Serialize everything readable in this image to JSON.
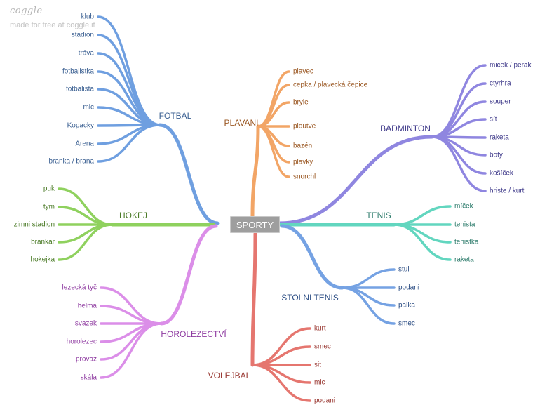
{
  "branding": {
    "logo": "coggle",
    "tagline": "made for free at coggle.it"
  },
  "center": "SPORTY",
  "branches": [
    {
      "id": "fotbal",
      "label": "FOTBAL",
      "color": "#6f9fe0",
      "textColor": "#3a5f91",
      "leaves": [
        "klub",
        "stadion",
        "tráva",
        "fotbalistka",
        "fotbalista",
        "mic",
        "Kopacky",
        "Arena",
        "branka / brana"
      ]
    },
    {
      "id": "hokej",
      "label": "HOKEJ",
      "color": "#8fd15e",
      "textColor": "#4a7a26",
      "leaves": [
        "puk",
        "tym",
        "zimni stadion",
        "brankar",
        "hokejka"
      ]
    },
    {
      "id": "horolezectvi",
      "label": "HOROLEZECTVÍ",
      "color": "#db8ee8",
      "textColor": "#8e3aa0",
      "leaves": [
        "lezecká tyč",
        "helma",
        "svazek",
        "horolezec",
        "provaz",
        "skála"
      ]
    },
    {
      "id": "plavani",
      "label": "PLAVANI",
      "color": "#f2a566",
      "textColor": "#9a5722",
      "leaves": [
        "plavec",
        "cepka / plavecká čepice",
        "bryle",
        "ploutve",
        "bazén",
        "plavky",
        "snorchl"
      ]
    },
    {
      "id": "volejbal",
      "label": "VOLEJBAL",
      "color": "#e5766f",
      "textColor": "#9a3a34",
      "leaves": [
        "kurt",
        "smec",
        "sit",
        "mic",
        "podani"
      ]
    },
    {
      "id": "badminton",
      "label": "BADMINTON",
      "color": "#8f86e0",
      "textColor": "#3f3a8a",
      "leaves": [
        "micek / perak",
        "ctyrhra",
        "souper",
        "sít",
        "raketa",
        "boty",
        "košíček",
        "hriste / kurt"
      ]
    },
    {
      "id": "tenis",
      "label": "TENIS",
      "color": "#62d6bf",
      "textColor": "#2b7a6a",
      "leaves": [
        "míček",
        "tenista",
        "tenistka",
        "raketa"
      ]
    },
    {
      "id": "stolni-tenis",
      "label": "STOLNI TENIS",
      "color": "#75a2e3",
      "textColor": "#2e4f85",
      "leaves": [
        "stul",
        "podani",
        "palka",
        "smec"
      ]
    }
  ]
}
